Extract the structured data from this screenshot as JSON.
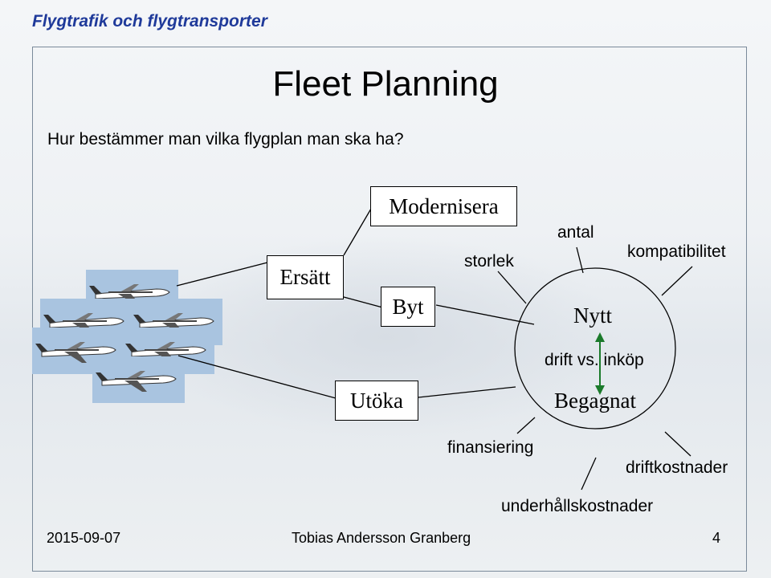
{
  "header": {
    "brand": "Flygtrafik och flygtransporter"
  },
  "slide": {
    "title": "Fleet Planning",
    "question": "Hur bestämmer man vilka flygplan man ska ha?"
  },
  "diagram": {
    "boxes": {
      "modernisera": "Modernisera",
      "ersatt": "Ersätt",
      "byt": "Byt",
      "utoka": "Utöka"
    },
    "circle": {
      "nytt": "Nytt",
      "begagnat": "Begagnat",
      "drift_vs_inkop": "drift vs. inköp"
    },
    "factors": {
      "storlek": "storlek",
      "antal": "antal",
      "kompatibilitet": "kompatibilitet",
      "finansiering": "finansiering",
      "driftkostnader": "driftkostnader",
      "underhallskostnader": "underhållskostnader"
    },
    "colors": {
      "arrow": "#1a7a2a",
      "lines": "#000000"
    }
  },
  "footer": {
    "date": "2015-09-07",
    "author": "Tobias Andersson Granberg",
    "page": "4"
  }
}
